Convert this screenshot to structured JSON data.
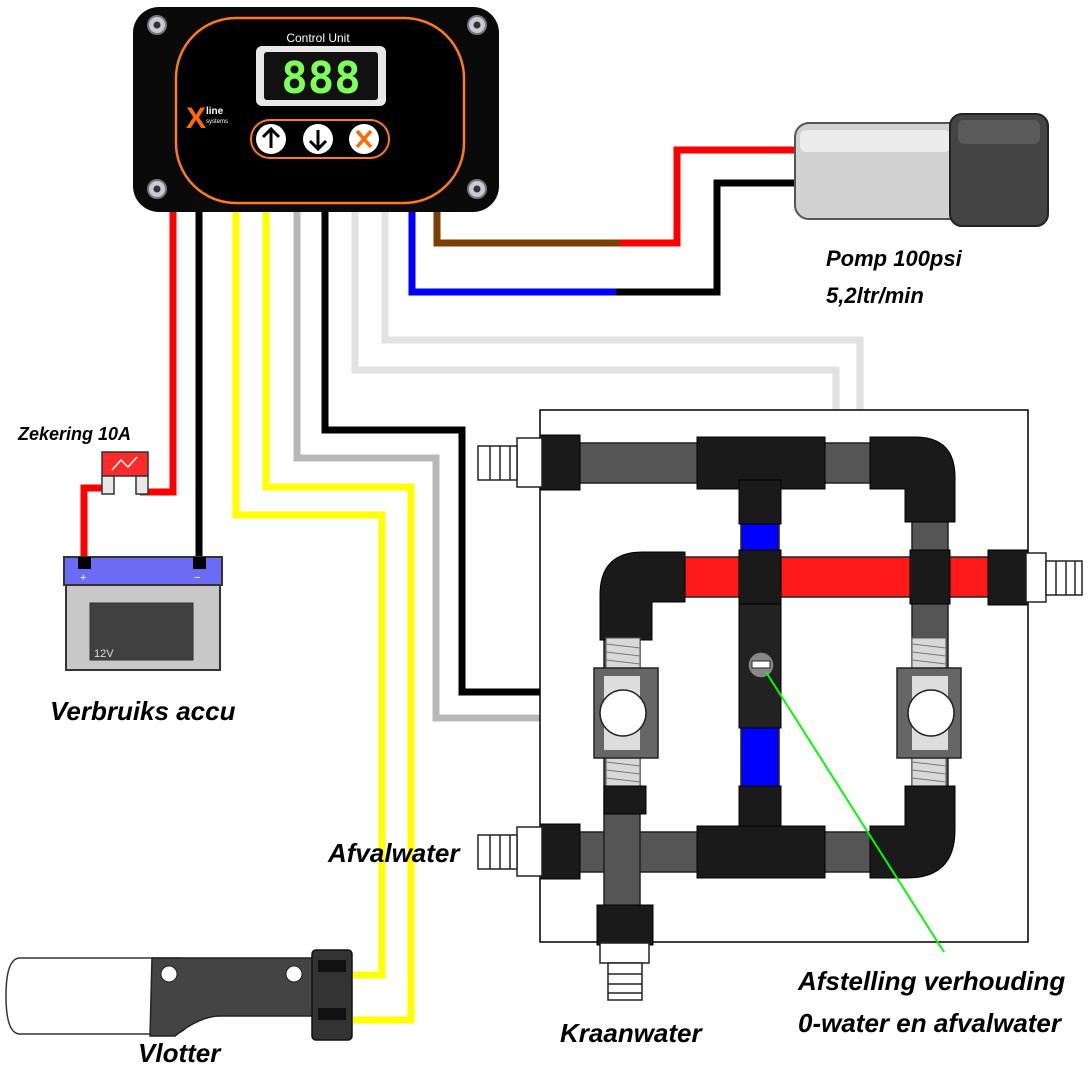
{
  "control_unit": {
    "title": "Control Unit",
    "display": "888",
    "logo": "Xline systems",
    "buttons": [
      "up-arrow-icon",
      "down-arrow-icon",
      "x-icon"
    ]
  },
  "labels": {
    "pump_line1": "Pomp 100psi",
    "pump_line2": "5,2ltr/min",
    "fuse": "Zekering 10A",
    "battery": "Verbruiks accu",
    "battery_voltage": "12V",
    "battery_plus": "+",
    "battery_minus": "−",
    "waste_water": "Afvalwater",
    "float": "Vlotter",
    "tap_water": "Kraanwater",
    "adjust_line1": "Afstelling verhouding",
    "adjust_line2": "0-water en afvalwater"
  },
  "colors": {
    "wire_red": "#ff0000",
    "wire_black": "#000000",
    "wire_yellow": "#ffff00",
    "wire_grey": "#b4b4b4",
    "wire_lightgrey": "#e0e0e0",
    "wire_blue": "#0000ff",
    "wire_brown": "#7b3f00",
    "pipe_red": "#ff1a1a",
    "pipe_blue": "#0000ff",
    "pointer_green": "#00ff00",
    "display_green": "#7dff5a",
    "accent_orange": "#ff6a00"
  }
}
